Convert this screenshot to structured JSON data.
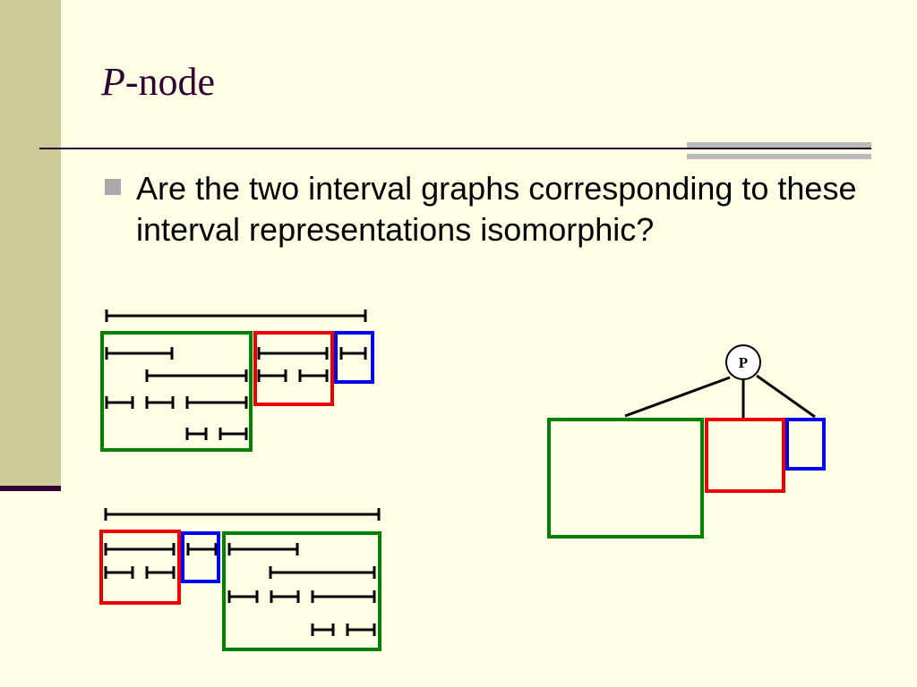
{
  "slide": {
    "title_italic": "P",
    "title_rest": "-node",
    "bullet_text": "Are the two interval graphs corresponding to these interval representations isomorphic?"
  },
  "tree": {
    "root_label": "P"
  },
  "colors": {
    "background": "#FFFFE6",
    "band": "#CCCC99",
    "rule": "#330033",
    "green": "#008000",
    "red": "#EE0000",
    "blue": "#0000EE",
    "interval": "#000000"
  }
}
